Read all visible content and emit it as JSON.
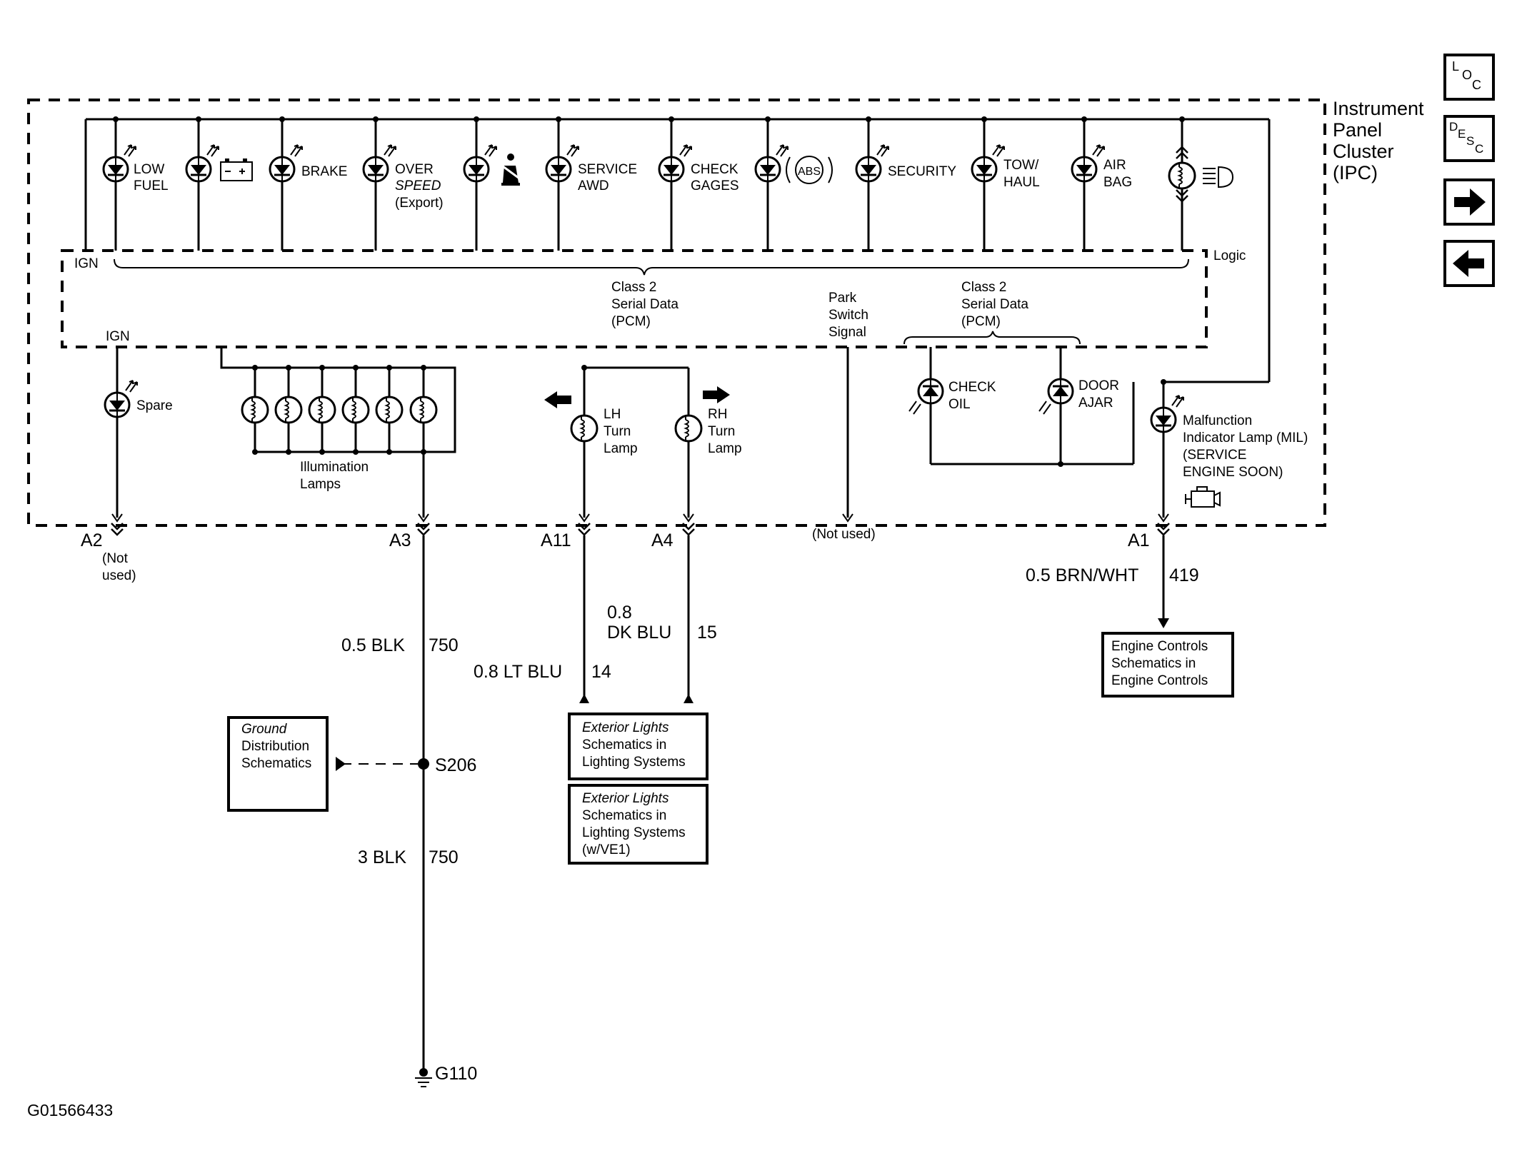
{
  "ipc_title": [
    "Instrument",
    "Panel",
    "Cluster",
    "(IPC)"
  ],
  "nav": {
    "loc": {
      "l1": "L",
      "l2": "O",
      "l3": "C"
    },
    "desc": {
      "l1": "D",
      "l2": "E",
      "l3": "S",
      "l4": "C"
    }
  },
  "lamps": {
    "low_fuel": [
      "LOW",
      "FUEL"
    ],
    "brake": "BRAKE",
    "over_speed": [
      "OVER",
      "SPEED",
      "(Export)"
    ],
    "service_awd": [
      "SERVICE",
      "AWD"
    ],
    "check_gages": [
      "CHECK",
      "GAGES"
    ],
    "abs": "ABS",
    "security": "SECURITY",
    "tow_haul": [
      "TOW/",
      "HAUL"
    ],
    "air_bag": [
      "AIR",
      "BAG"
    ],
    "spare": "Spare",
    "illumination": [
      "Illumination",
      "Lamps"
    ],
    "lh_turn": [
      "LH",
      "Turn",
      "Lamp"
    ],
    "rh_turn": [
      "RH",
      "Turn",
      "Lamp"
    ],
    "check_oil": [
      "CHECK",
      "OIL"
    ],
    "door_ajar": [
      "DOOR",
      "AJAR"
    ],
    "mil": [
      "Malfunction",
      "Indicator Lamp (MIL)",
      "(SERVICE",
      "ENGINE SOON)"
    ]
  },
  "logic": {
    "ign_top": "IGN",
    "ign_bottom": "IGN",
    "logic_label": "Logic",
    "class2_a": [
      "Class 2",
      "Serial Data",
      "(PCM)"
    ],
    "park": [
      "Park",
      "Switch",
      "Signal"
    ],
    "class2_b": [
      "Class 2",
      "Serial Data",
      "(PCM)"
    ]
  },
  "connectors": {
    "a2": "A2",
    "a2_note": [
      "(Not",
      "used)"
    ],
    "a3": "A3",
    "a11": "A11",
    "a4": "A4",
    "park_note": "(Not used)",
    "a1": "A1"
  },
  "wires": {
    "a3_upper_color": "0.5 BLK",
    "a3_upper_circuit": "750",
    "a3_lower_color": "3 BLK",
    "a3_lower_circuit": "750",
    "a11_color": "0.8 LT BLU",
    "a11_circuit": "14",
    "a4_color": [
      "0.8",
      "DK BLU"
    ],
    "a4_circuit": "15",
    "a1_color": "0.5 BRN/WHT",
    "a1_circuit": "419"
  },
  "splice": "S206",
  "ground": "G110",
  "refs": {
    "ground_dist": [
      "Ground",
      "Distribution",
      "Schematics"
    ],
    "ext_lights_1": [
      "Exterior Lights",
      "Schematics in",
      "Lighting Systems"
    ],
    "ext_lights_2": [
      "Exterior Lights",
      "Schematics in",
      "Lighting Systems",
      "(w/VE1)"
    ],
    "engine": [
      "Engine Controls",
      "Schematics in",
      "Engine Controls"
    ]
  },
  "figure_id": "G01566433"
}
